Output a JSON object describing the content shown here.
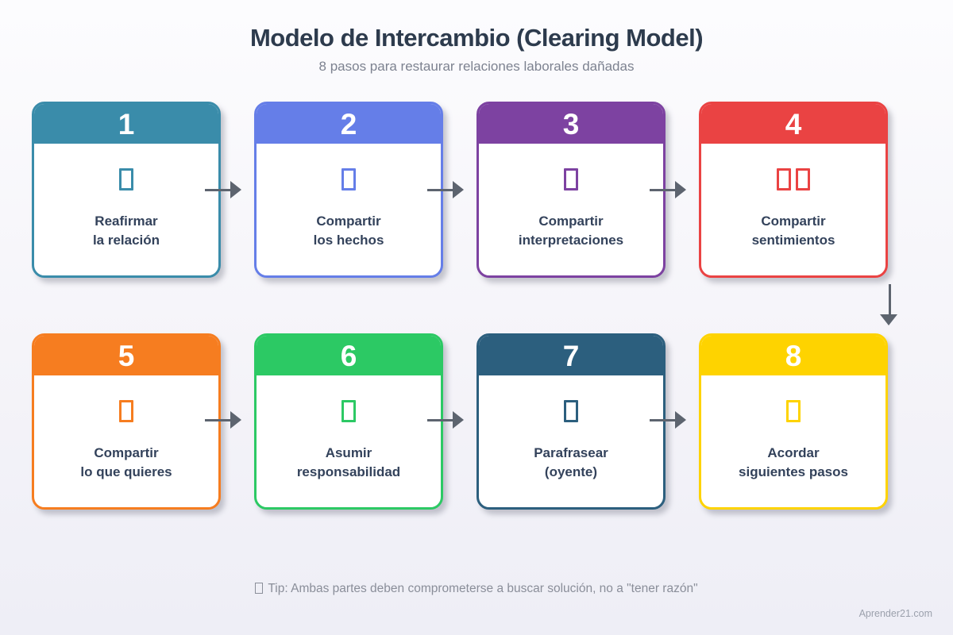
{
  "header": {
    "title": "Modelo de Intercambio (Clearing Model)",
    "subtitle": "8 pasos para restaurar relaciones laborales dañadas"
  },
  "steps": [
    {
      "number": "1",
      "line1": "Reafirmar",
      "line2": "la relación",
      "color": "#3a8caa",
      "icon_boxes": 1
    },
    {
      "number": "2",
      "line1": "Compartir",
      "line2": "los hechos",
      "color": "#657ee8",
      "icon_boxes": 1
    },
    {
      "number": "3",
      "line1": "Compartir",
      "line2": "interpretaciones",
      "color": "#7d42a1",
      "icon_boxes": 1
    },
    {
      "number": "4",
      "line1": "Compartir",
      "line2": "sentimientos",
      "color": "#ea4343",
      "icon_boxes": 2
    },
    {
      "number": "5",
      "line1": "Compartir",
      "line2": "lo que quieres",
      "color": "#f67d20",
      "icon_boxes": 1
    },
    {
      "number": "6",
      "line1": "Asumir",
      "line2": "responsabilidad",
      "color": "#2cc964",
      "icon_boxes": 1
    },
    {
      "number": "7",
      "line1": "Parafrasear",
      "line2": "(oyente)",
      "color": "#2c5f7e",
      "icon_boxes": 1
    },
    {
      "number": "8",
      "line1": "Acordar",
      "line2": "siguientes pasos",
      "color": "#fed300",
      "icon_boxes": 1
    }
  ],
  "footer": {
    "tip": "Tip: Ambas partes deben comprometerse a buscar solución, no a \"tener razón\"",
    "watermark": "Aprender21.com"
  },
  "colors": {
    "title_text": "#2d3b4d",
    "subtitle_text": "#7d8290",
    "step_label_text": "#33425b",
    "arrow": "#5d646f",
    "card_background": "#ffffff",
    "page_background_top": "#fcfcfe",
    "page_background_bottom": "#eeeef6"
  }
}
